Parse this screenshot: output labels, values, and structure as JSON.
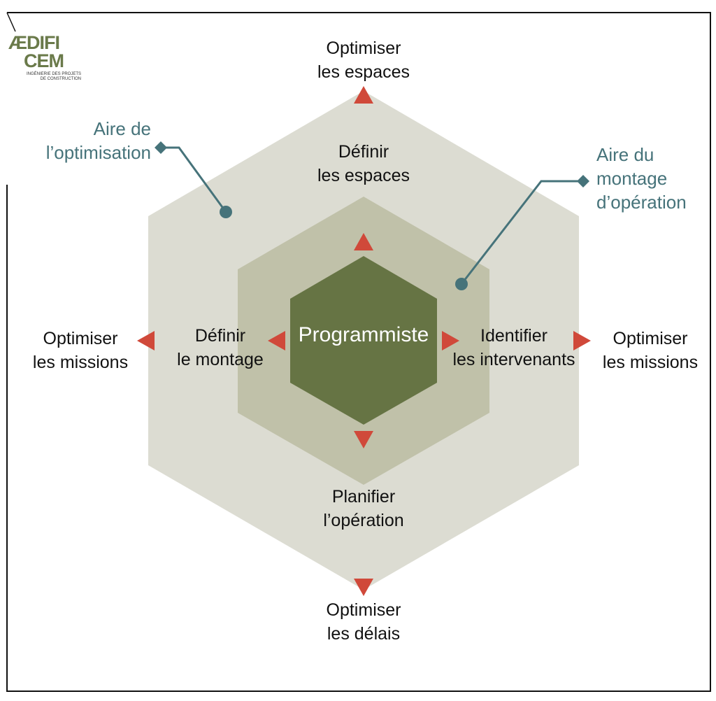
{
  "logo": {
    "line1": "ÆDIFI",
    "line2": "CEM",
    "sub1": "INGÉNIERIE DES PROJETS",
    "sub2": "DE CONSTRUCTION"
  },
  "center": "Programmiste",
  "inner_ring": {
    "top": [
      "Définir",
      "les espaces"
    ],
    "left": [
      "Définir",
      "le montage"
    ],
    "right": [
      "Identifier",
      "les intervenants"
    ],
    "bottom": [
      "Planifier",
      "l’opération"
    ]
  },
  "outer_ring": {
    "top": [
      "Optimiser",
      "les espaces"
    ],
    "left": [
      "Optimiser",
      "les missions"
    ],
    "right": [
      "Optimiser",
      "les missions"
    ],
    "bottom": [
      "Optimiser",
      "les délais"
    ]
  },
  "callouts": {
    "optimisation": [
      "Aire de",
      "l’optimisation"
    ],
    "montage": [
      "Aire du",
      "montage",
      "d’opération"
    ]
  },
  "colors": {
    "outer_hex": "#dcdcd2",
    "middle_hex": "#c0c1a9",
    "inner_hex": "#667444",
    "arrow": "#d0493a",
    "callout": "#46737a"
  }
}
